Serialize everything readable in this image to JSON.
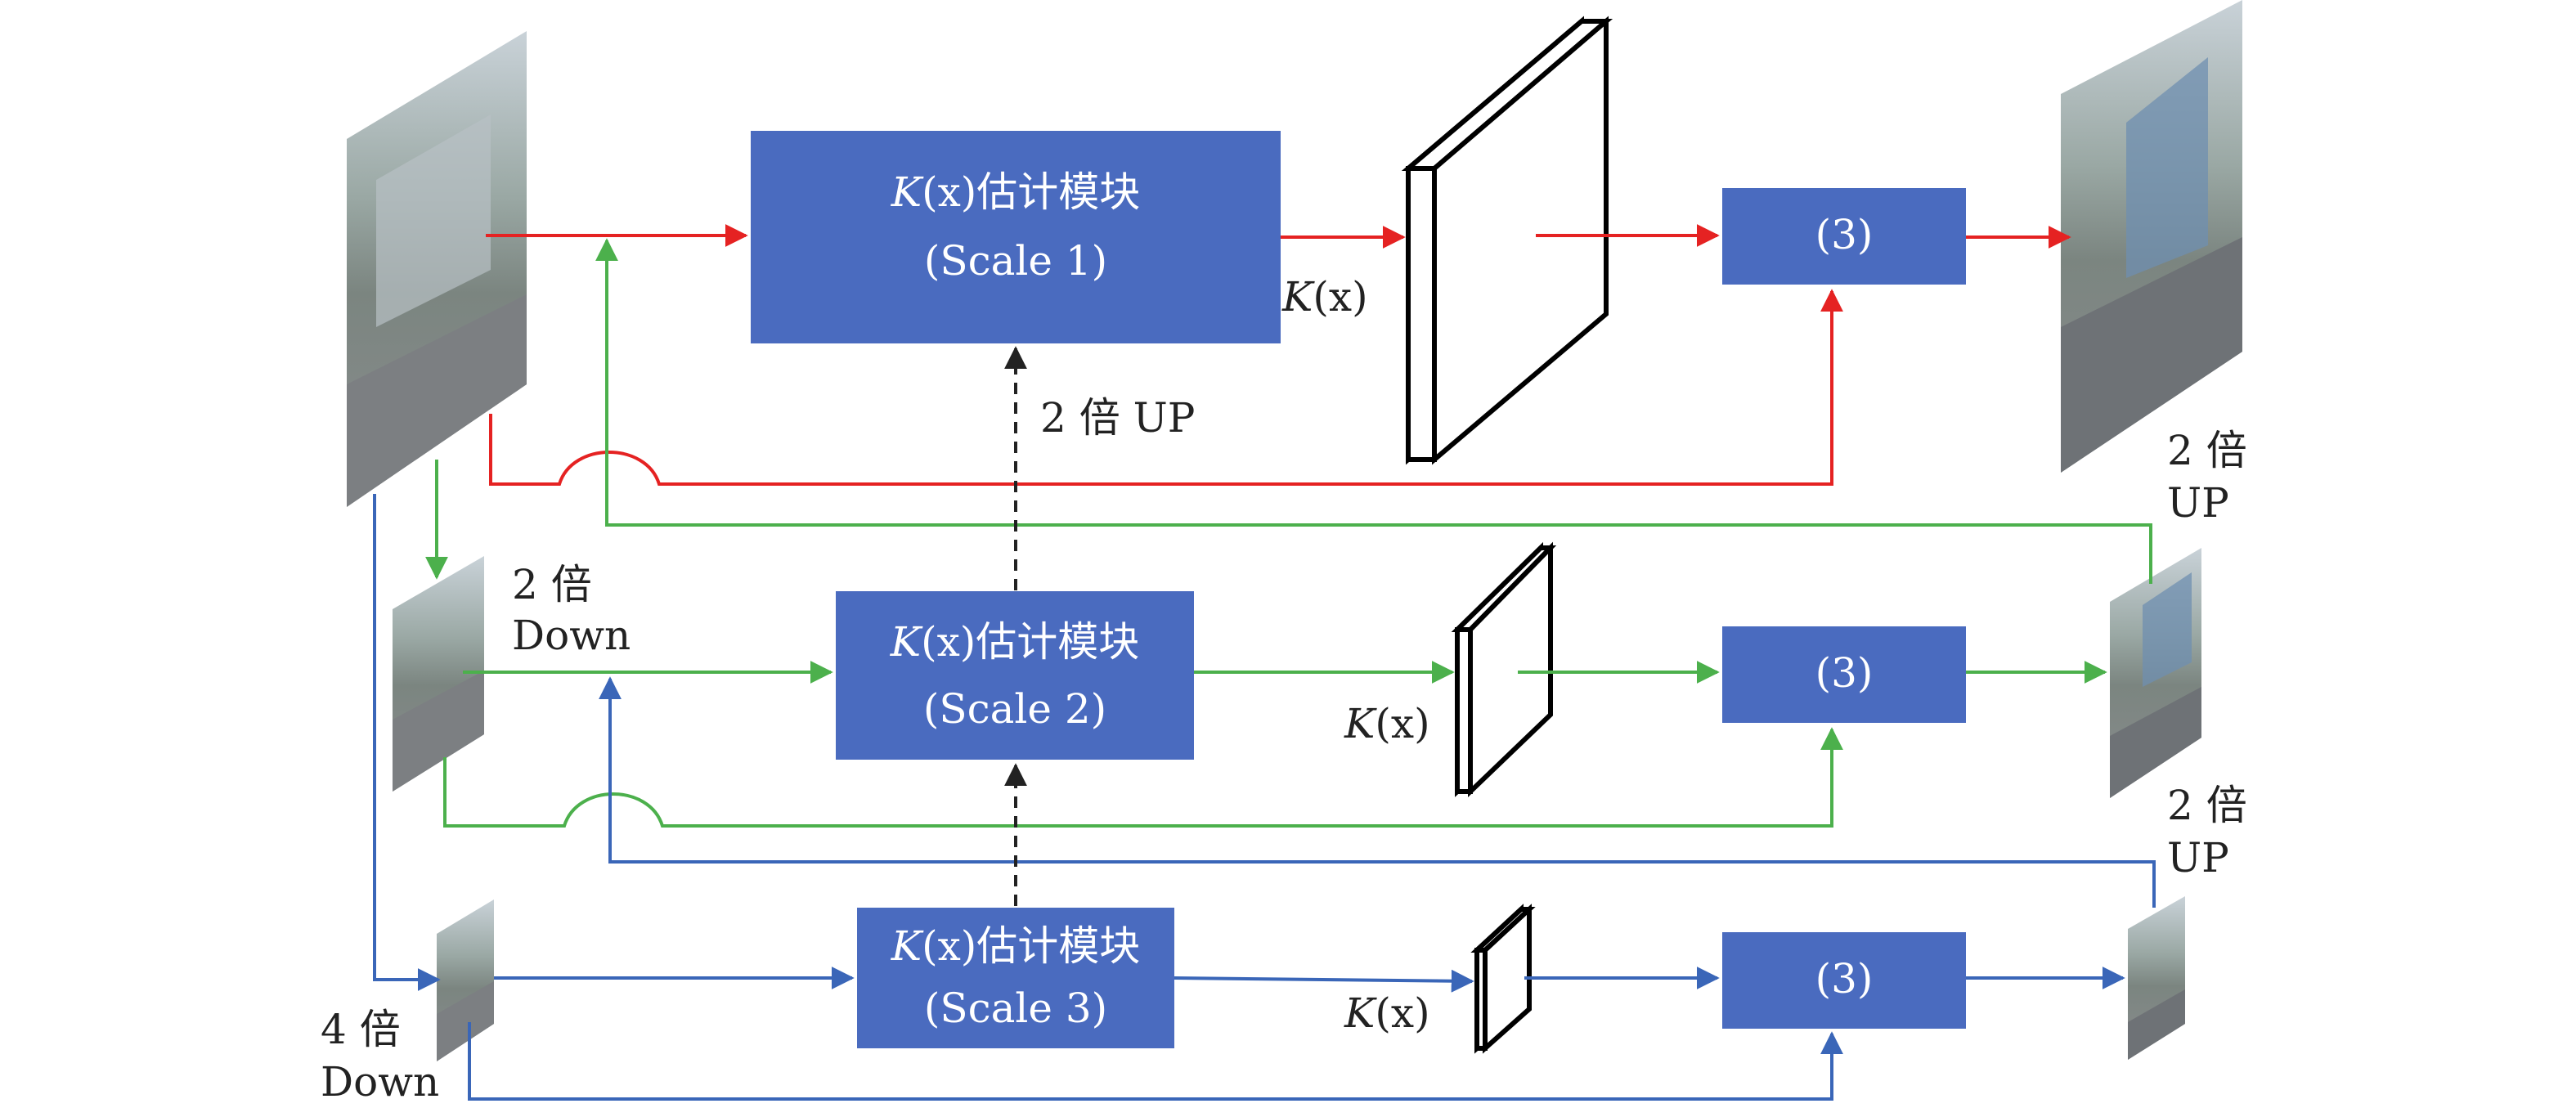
{
  "colors": {
    "box_fill": "#4a6bbf",
    "red": "#e52222",
    "green": "#4cb04c",
    "blue": "#3a66b8",
    "dashed": "#222222"
  },
  "scales": [
    {
      "box_title_pre": "K",
      "box_title_x": "(x)",
      "box_title_post": "估计模块",
      "box_subtitle": "(Scale 1)",
      "kx_k": "K",
      "kx_x": "(x)",
      "combine_label": "(3)"
    },
    {
      "box_title_pre": "K",
      "box_title_x": "(x)",
      "box_title_post": "估计模块",
      "box_subtitle": "(Scale 2)",
      "kx_k": "K",
      "kx_x": "(x)",
      "combine_label": "(3)"
    },
    {
      "box_title_pre": "K",
      "box_title_x": "(x)",
      "box_title_post": "估计模块",
      "box_subtitle": "(Scale 3)",
      "kx_k": "K",
      "kx_x": "(x)",
      "combine_label": "(3)"
    }
  ],
  "labels": {
    "up_between_estimators": "2 倍 UP",
    "down2_line1": "2 倍",
    "down2_line2": "Down",
    "down4_line1": "4 倍",
    "down4_line2": "Down",
    "up2_top_line1": "2 倍",
    "up2_top_line2": "UP",
    "up2_mid_line1": "2 倍",
    "up2_mid_line2": "UP"
  }
}
